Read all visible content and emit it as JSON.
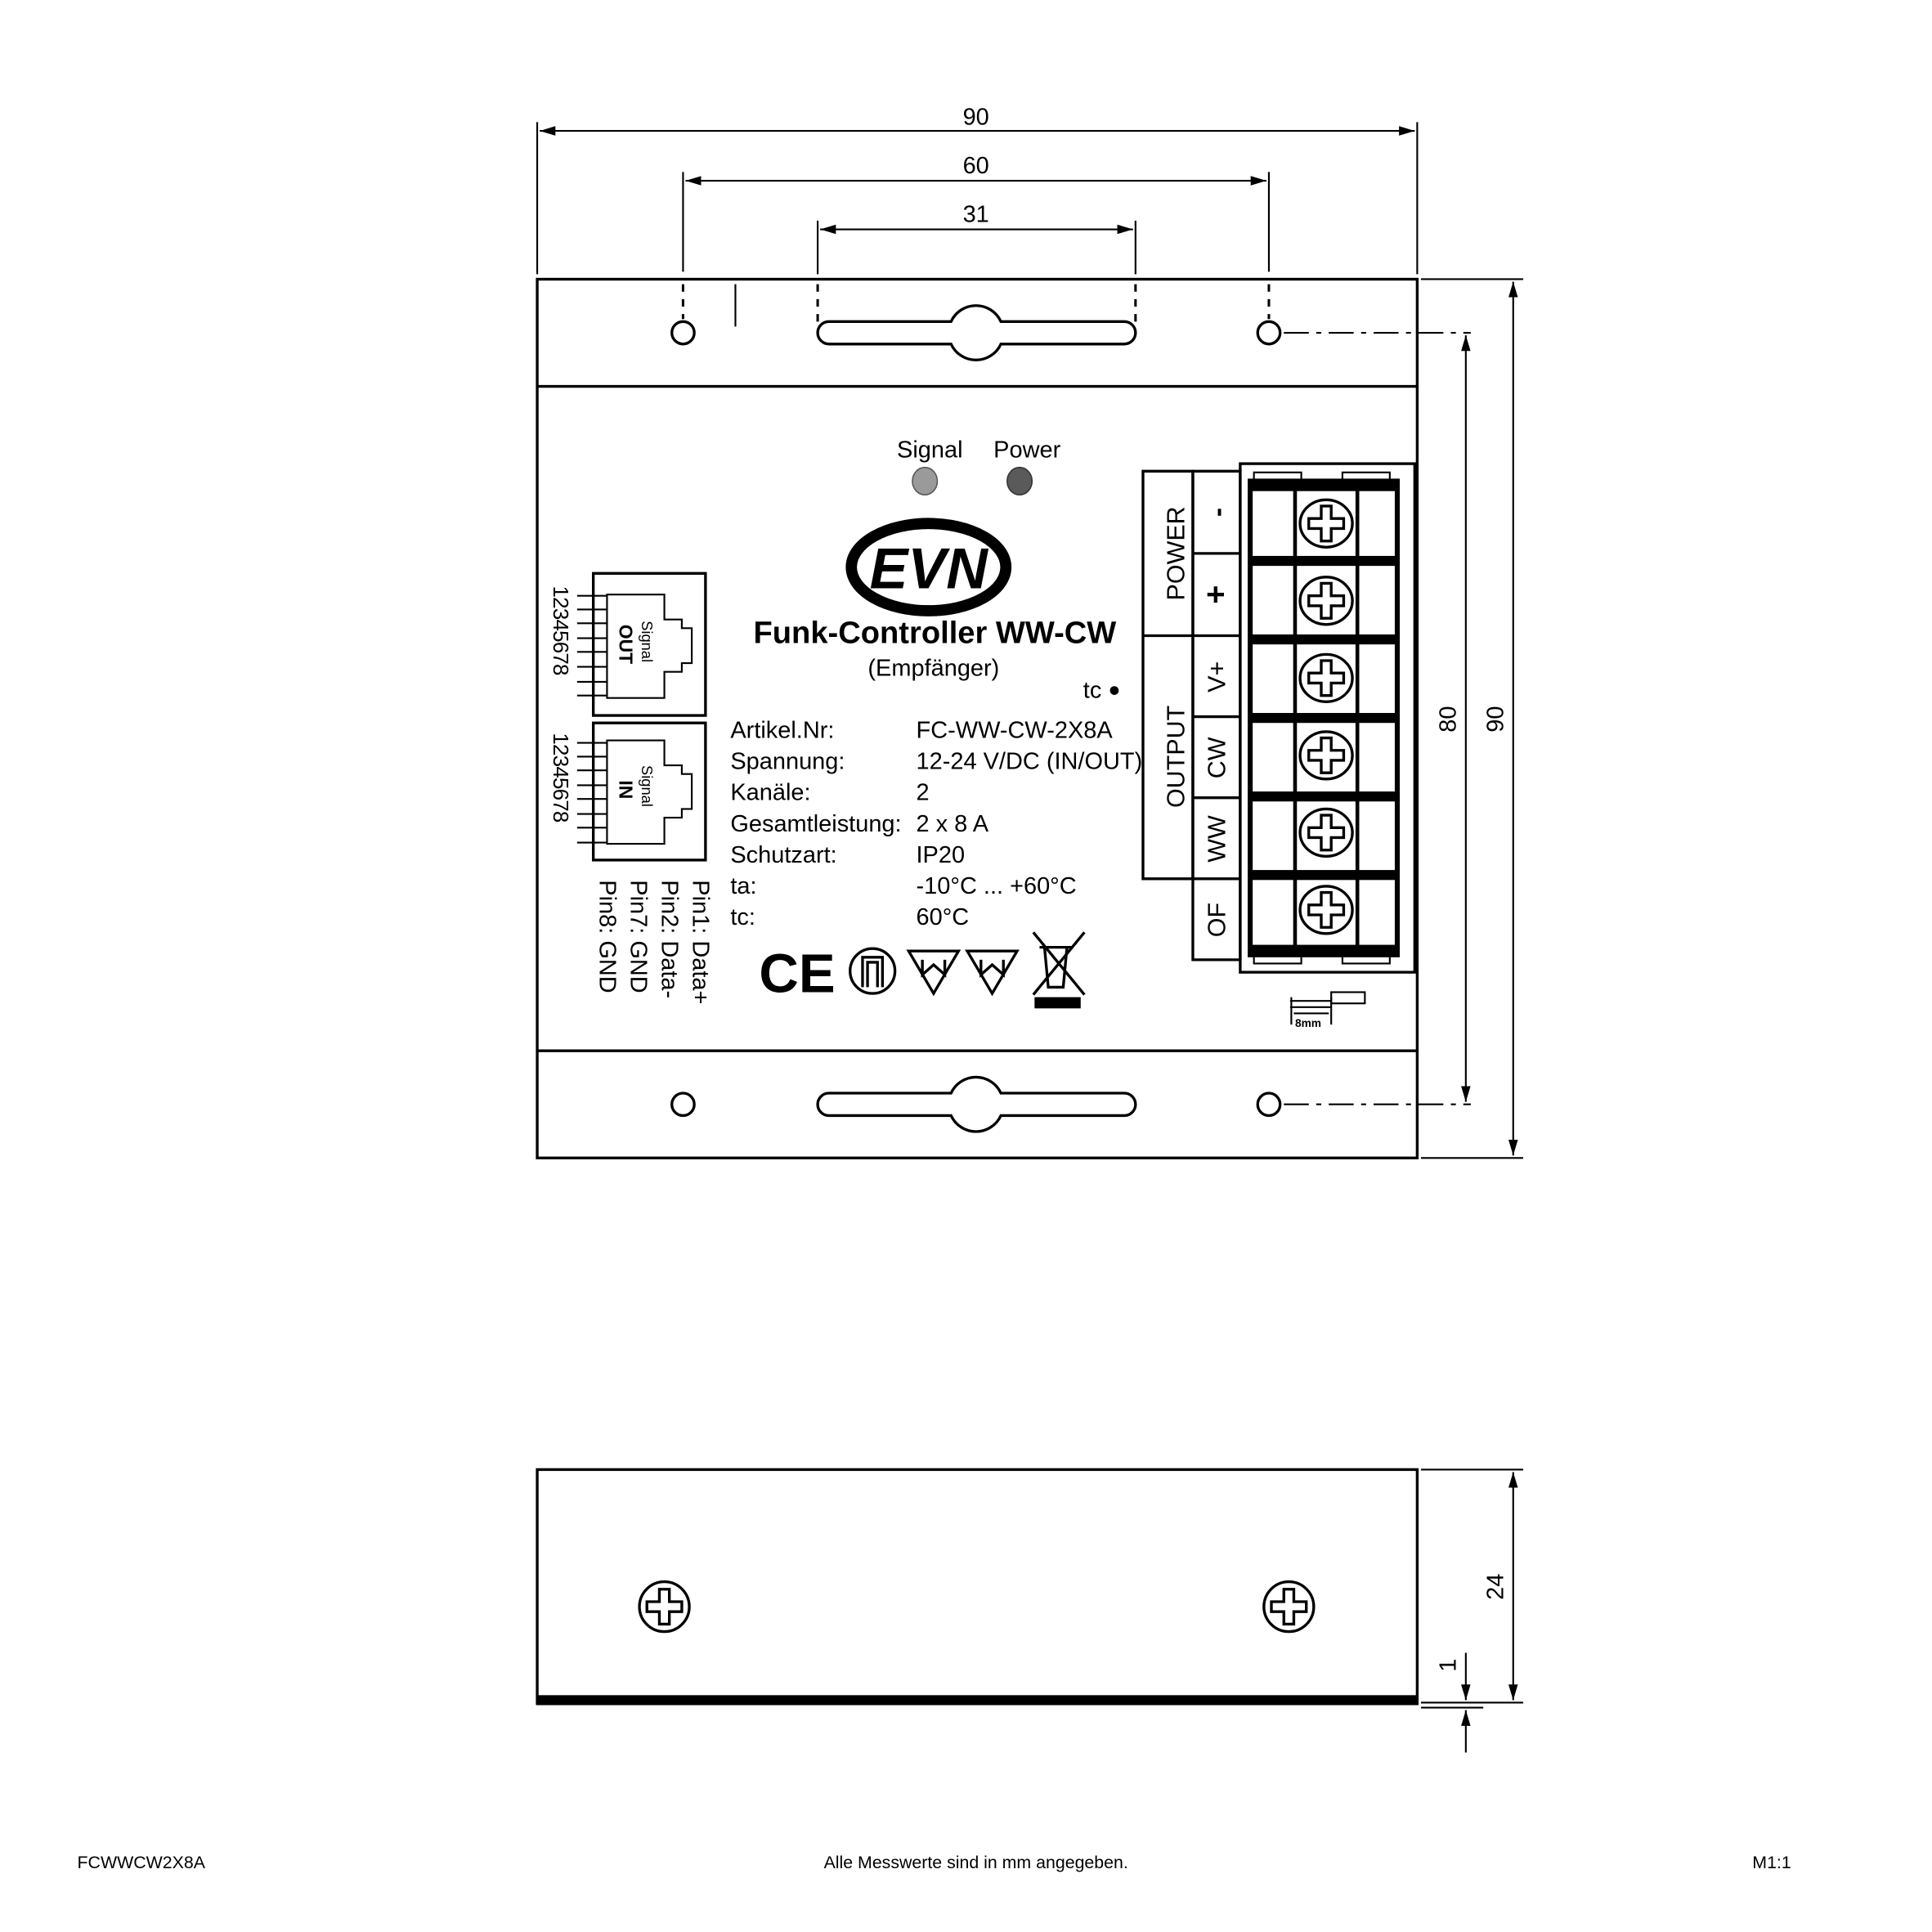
{
  "dimensions": {
    "width_total": "90",
    "hole_spacing": "60",
    "slot_length": "31",
    "height_holes": "80",
    "height_total": "90",
    "side_height": "24",
    "base_thickness": "1"
  },
  "leds": {
    "signal": "Signal",
    "power": "Power",
    "signal_color": "#9a9a9a",
    "power_color": "#5a5a5a"
  },
  "logo": "EVN",
  "product": {
    "title": "Funk-Controller WW-CW",
    "subtitle": "(Empfänger)",
    "tc_marker": "tc"
  },
  "specs": [
    {
      "label": "Artikel.Nr:",
      "value": "FC-WW-CW-2X8A"
    },
    {
      "label": "Spannung:",
      "value": "12-24 V/DC (IN/OUT)"
    },
    {
      "label": "Kanäle:",
      "value": "2"
    },
    {
      "label": "Gesamtleistung:",
      "value": "2 x 8 A"
    },
    {
      "label": "Schutzart:",
      "value": "IP20"
    },
    {
      "label": "ta:",
      "value": "-10°C ... +60°C"
    },
    {
      "label": "tc:",
      "value": "60°C"
    }
  ],
  "ports": {
    "out_label": "Signal",
    "out_name": "OUT",
    "in_label": "Signal",
    "in_name": "IN",
    "pin_numbers": "12345678"
  },
  "pinout": [
    "Pin1: Data+",
    "Pin2: Data-",
    "Pin7: GND",
    "Pin8: GND"
  ],
  "terminals": {
    "group_power": "POWER",
    "group_output": "OUTPUT",
    "labels": [
      "-",
      "+",
      "V+",
      "CW",
      "WW",
      "OF"
    ],
    "strip_length": "8mm"
  },
  "certs": {
    "ce": "CE"
  },
  "footer": {
    "code": "FCWWCW2X8A",
    "note": "Alle Messwerte sind in mm angegeben.",
    "scale": "M1:1"
  }
}
